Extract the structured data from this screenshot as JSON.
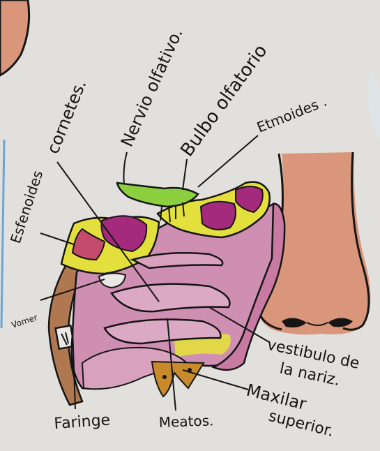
{
  "labels": {
    "cornetes": "cornetes.",
    "nervio": "Nervio olfativo.",
    "bulbo": "Bulbo olfatorio",
    "etmoides": "Etmoides .",
    "esfenoides": "Esfenoides",
    "vomer": "Vomer",
    "vestibulo_1": "vestibulo de",
    "vestibulo_2": "la nariz.",
    "maxilar_1": "Maxilar",
    "maxilar_2": "superior.",
    "faringe": "Faringe",
    "meatos": "Meatos."
  },
  "colors": {
    "paper": "#e9e8e4",
    "ink": "#151515",
    "pink_mucosa": "#cf8fb2",
    "magenta_sinus": "#a32a7c",
    "yellow_bone": "#e3df3c",
    "green_bulb": "#8ccf3f",
    "skin_nose": "#d9967a",
    "orange_maxilla": "#c98a2c",
    "brown_pharynx": "#b07850",
    "blue_margin": "#6aa4d8"
  }
}
